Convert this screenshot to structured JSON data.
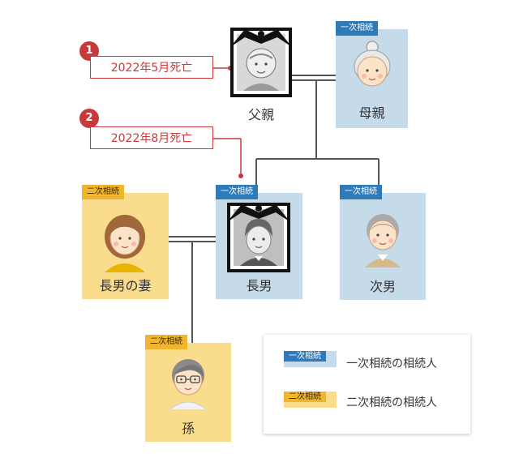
{
  "events": [
    {
      "number": "1",
      "text": "2022年5月死亡"
    },
    {
      "number": "2",
      "text": "2022年8月死亡"
    }
  ],
  "people": {
    "father": {
      "name": "父親",
      "deceased": true
    },
    "mother": {
      "name": "母親",
      "tag": "一次相続"
    },
    "eldest_son": {
      "name": "長男",
      "tag": "一次相続",
      "deceased": true
    },
    "second_son": {
      "name": "次男",
      "tag": "一次相続"
    },
    "eldest_son_wife": {
      "name": "長男の妻",
      "tag": "二次相続"
    },
    "grandchild": {
      "name": "孫",
      "tag": "二次相続"
    }
  },
  "legend": {
    "primary": {
      "tag": "一次相続",
      "label": "一次相続の相続人"
    },
    "secondary": {
      "tag": "二次相続",
      "label": "二次相続の相続人"
    }
  },
  "colors": {
    "primary_card": "#c6dbea",
    "primary_tag": "#2f7ab9",
    "secondary_card": "#f9dc8c",
    "secondary_tag": "#f1b42f",
    "event_red": "#c8393b"
  }
}
